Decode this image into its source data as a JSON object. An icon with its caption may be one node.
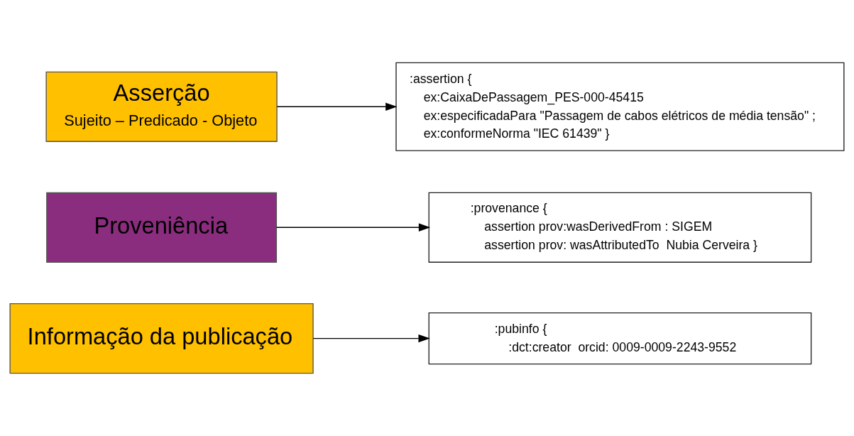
{
  "diagram": {
    "nodes": [
      {
        "text": [
          "Asserção",
          "Sujeito – Predicado - Objeto"
        ]
      },
      {
        "text": [
          ":assertion {",
          "ex:CaixaDePassagem_PES-000-45415",
          "ex:especificadaPara \"Passagem de cabos elétricos de média tensão\" ;",
          "ex:conformeNorma \"IEC 61439\" }"
        ]
      },
      {
        "text": [
          "Proveniência"
        ]
      },
      {
        "text": [
          ":provenance {",
          "assertion prov:wasDerivedFrom : SIGEM",
          "assertion prov: wasAttributedTo  Nubia Cerveira }"
        ]
      },
      {
        "text": [
          "Informação da publicação"
        ]
      },
      {
        "text": [
          ":pubinfo {",
          ":dct:creator  orcid: 0009-0009-2243-9552"
        ]
      }
    ],
    "edges": [
      {
        "from": 0,
        "to": 1,
        "arrow": "to"
      },
      {
        "from": 2,
        "to": 3,
        "arrow": "to"
      },
      {
        "from": 4,
        "to": 5,
        "arrow": "to"
      }
    ]
  }
}
